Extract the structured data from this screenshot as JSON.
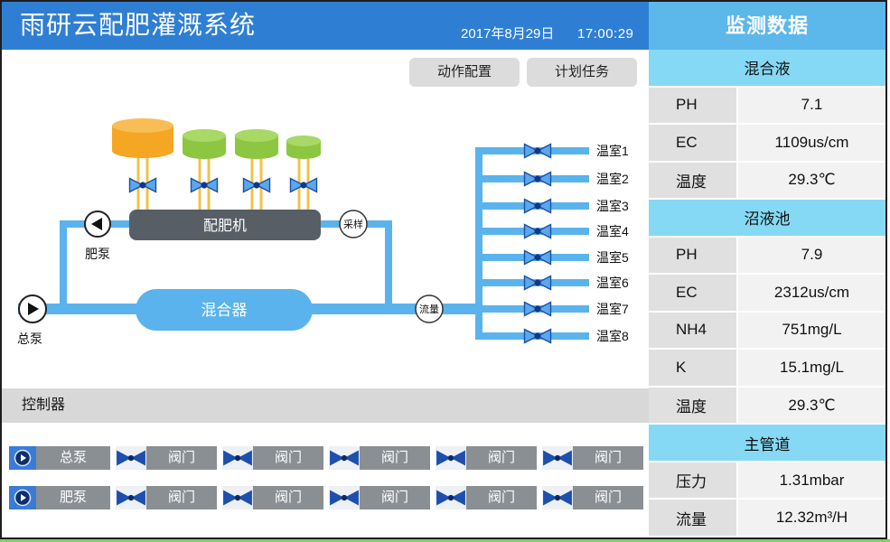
{
  "colors": {
    "header": "#2e7fd4",
    "monitor_header": "#5cb7ea",
    "section_header": "#86d9f4",
    "pipe": "#5ab3ec",
    "machine": "#575e65",
    "tank_orange": "#f5a623",
    "tank_green": "#8dc641",
    "tank_pipe": "#f0c348",
    "valve": "#5aa7ee",
    "valve_dark": "#1d4fae",
    "control_label": "#8a8f94",
    "controller_bar": "#d8d8d8",
    "button": "#dcdcdc"
  },
  "app": {
    "title": "雨研云配肥灌溉系统",
    "date": "2017年8月29日",
    "time": "17:00:29"
  },
  "toolbar": {
    "action_config": "动作配置",
    "plan_task": "计划任务"
  },
  "diagram": {
    "fertilizer_machine": "配肥机",
    "mixer": "混合器",
    "fertilizer_pump": "肥泵",
    "main_pump": "总泵",
    "sampling": "采样",
    "flow": "流量",
    "greenhouses": [
      "温室1",
      "温室2",
      "温室3",
      "温室4",
      "温室5",
      "温室6",
      "温室7",
      "温室8"
    ]
  },
  "controller": {
    "title": "控制器",
    "rows": [
      {
        "pump": "总泵",
        "valves": [
          "阀门",
          "阀门",
          "阀门",
          "阀门",
          "阀门"
        ]
      },
      {
        "pump": "肥泵",
        "valves": [
          "阀门",
          "阀门",
          "阀门",
          "阀门",
          "阀门"
        ]
      }
    ]
  },
  "monitor": {
    "title": "监测数据",
    "sections": [
      {
        "title": "混合液",
        "rows": [
          {
            "label": "PH",
            "value": "7.1"
          },
          {
            "label": "EC",
            "value": "1109us/cm"
          },
          {
            "label": "温度",
            "value": "29.3℃"
          }
        ]
      },
      {
        "title": "沼液池",
        "rows": [
          {
            "label": "PH",
            "value": "7.9"
          },
          {
            "label": "EC",
            "value": "2312us/cm"
          },
          {
            "label": "NH4",
            "value": "751mg/L"
          },
          {
            "label": "K",
            "value": "15.1mg/L"
          },
          {
            "label": "温度",
            "value": "29.3℃"
          }
        ]
      },
      {
        "title": "主管道",
        "rows": [
          {
            "label": "压力",
            "value": "1.31mbar"
          },
          {
            "label": "流量",
            "value": "12.32m³/H"
          }
        ]
      }
    ]
  }
}
